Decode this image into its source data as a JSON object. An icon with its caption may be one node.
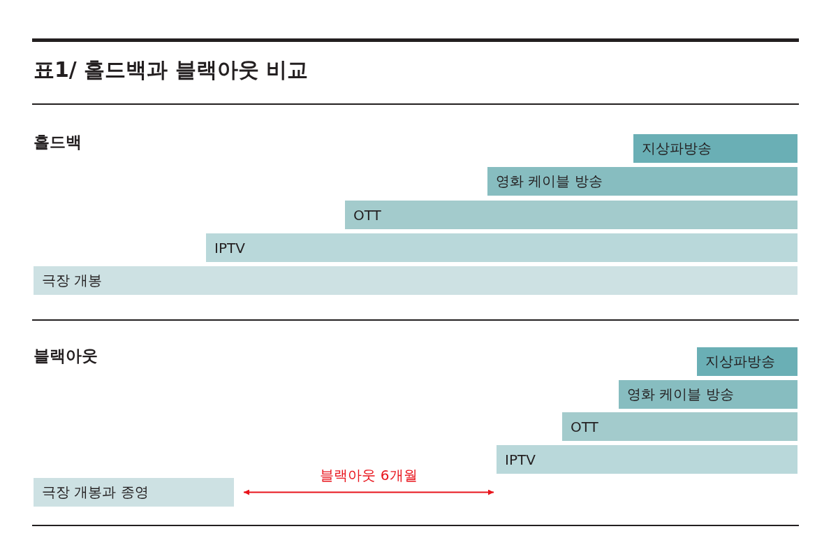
{
  "diagram": {
    "title": "표1/ 홀드백과 블랙아웃 비교",
    "nodes": [
      {
        "text": [
          "지상파방송"
        ]
      },
      {
        "text": [
          "영화 케이블 방송"
        ]
      },
      {
        "text": [
          "OTT"
        ]
      },
      {
        "text": [
          "IPTV"
        ]
      },
      {
        "text": [
          "극장 개봉"
        ]
      },
      {
        "text": [
          "지상파방송"
        ]
      },
      {
        "text": [
          "영화 케이블 방송"
        ]
      },
      {
        "text": [
          "OTT"
        ]
      },
      {
        "text": [
          "IPTV"
        ]
      },
      {
        "text": [
          "극장 개봉과 종영"
        ]
      }
    ],
    "edges": [
      {
        "from": 9,
        "to": 8,
        "arrow": "both",
        "label": "블랙아웃 6개월",
        "color": "#e8141c"
      }
    ],
    "labels": [
      "홀드백",
      "블랙아웃"
    ]
  }
}
